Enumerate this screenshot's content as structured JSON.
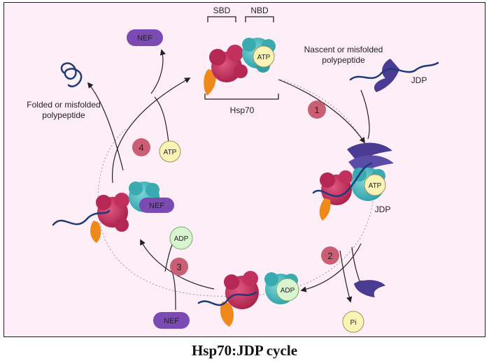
{
  "caption": "Hsp70:JDP cycle",
  "labels": {
    "sbd": "SBD",
    "nbd": "NBD",
    "hsp70": "Hsp70",
    "substrate_line1": "Nascent or misfolded",
    "substrate_line2": "polypeptide",
    "jdp_top": "JDP",
    "jdp_right": "JDP",
    "folded_line1": "Folded or misfolded",
    "folded_line2": "polypeptide"
  },
  "badges": {
    "nef_top": "NEF",
    "nef_left": "NEF",
    "nef_bottom": "NEF",
    "atp_top": "ATP",
    "atp_right": "ATP",
    "atp_step4": "ATP",
    "adp_bottom": "ADP",
    "adp_left": "ADP",
    "pi": "Pi"
  },
  "steps": [
    "1",
    "2",
    "3",
    "4"
  ],
  "colors": {
    "background": "#fdeef8",
    "sbd": "#c2305e",
    "nbd": "#45b8bf",
    "lid": "#ef8a1a",
    "nef": "#7b4bb3",
    "jdp": "#4a3c93",
    "polypeptide": "#1e3a78",
    "atp": "#fbf3b3",
    "adp": "#d8f5cf",
    "step": "#c95e75"
  }
}
